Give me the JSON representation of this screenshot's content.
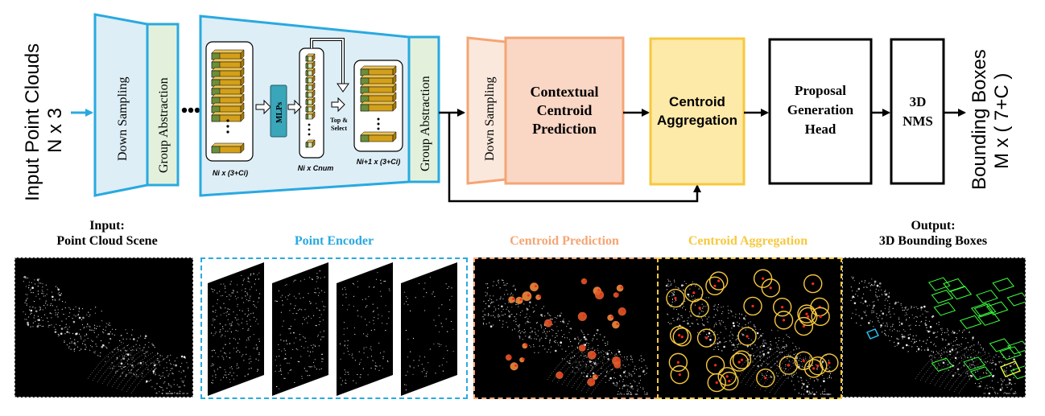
{
  "input_label": {
    "line1": "Input Point Clouds",
    "line2": "N x 3"
  },
  "output_label": {
    "line1": "Bounding Boxes",
    "line2": "M x ( 7+C )"
  },
  "encoder_block1": {
    "down_sampling": "Down Sampling",
    "group_abstraction": "Group Abstraction"
  },
  "encoder_block2": {
    "group_abstraction": "Group Abstraction",
    "mlps": "MLPs",
    "top_select_line1": "Top &",
    "top_select_line2": "Select",
    "dim_in": "Ni x (3+Ci)",
    "dim_mid": "Ni x Cnum",
    "dim_out": "Ni+1 x (3+Ci)"
  },
  "centroid_block": {
    "down_sampling": "Down Sampling",
    "title_lines": [
      "Contextual",
      "Centroid",
      "Prediction"
    ]
  },
  "aggregation_block": {
    "title_lines": [
      "Centroid",
      "Aggregation"
    ]
  },
  "proposal_block": {
    "title_lines": [
      "Proposal",
      "Generation",
      "Head"
    ]
  },
  "nms_block": {
    "title_lines": [
      "3D",
      "NMS"
    ]
  },
  "captions": {
    "input": [
      "Input:",
      "Point Cloud Scene"
    ],
    "encoder": "Point Encoder",
    "prediction": "Centroid Prediction",
    "aggregation": "Centroid Aggregation",
    "output": [
      "Output:",
      "3D Bounding Boxes"
    ]
  },
  "colors": {
    "encoder_blue": "#29a9e0",
    "encoder_fill": "#ddeef6",
    "group_fill": "#e3f1dc",
    "prediction_orange": "#f4a574",
    "prediction_fill": "#fad6c4",
    "aggregation_yellow": "#f7c83e",
    "aggregation_fill": "#fde9a8",
    "cube_gold": "#d4a019",
    "cube_green": "#6b8e3a",
    "mlp_teal": "#3aa6b9"
  }
}
